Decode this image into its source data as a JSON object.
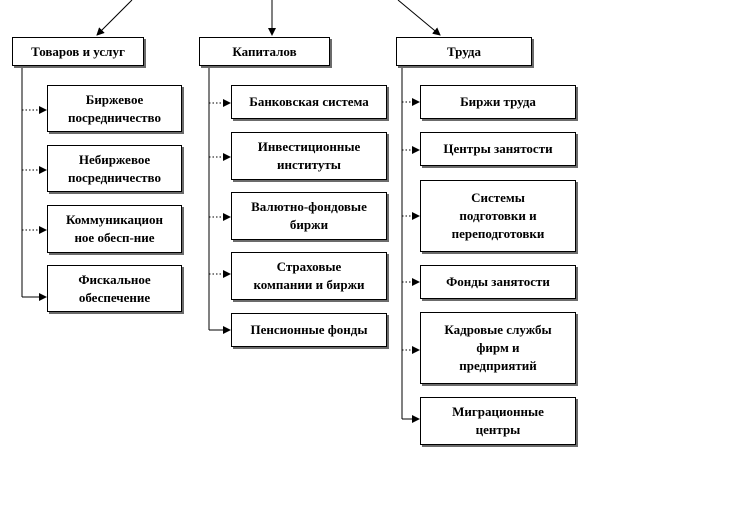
{
  "markets": [
    {
      "title": "Товаров и услуг",
      "items": [
        "Биржевое\nпосредничество",
        "Небиржевое\nпосредничество",
        "Коммуникацион\nное обесп-ние",
        "Фискальное\nобеспечение"
      ]
    },
    {
      "title": "Капиталов",
      "items": [
        "Банковская система",
        "Инвестиционные\nинституты",
        "Валютно-фондовые\nбиржи",
        "Страховые\nкомпании и биржи",
        "Пенсионные фонды"
      ]
    },
    {
      "title": "Труда",
      "items": [
        "Биржи труда",
        "Центры занятости",
        "Системы\nподготовки и\nпереподготовки",
        "Фонды занятости",
        "Кадровые службы\nфирм и\nпредприятий",
        "Миграционные\nцентры"
      ]
    }
  ],
  "colors": {
    "line": "#000000",
    "shadow": "#6b6b6b",
    "background": "#ffffff"
  }
}
